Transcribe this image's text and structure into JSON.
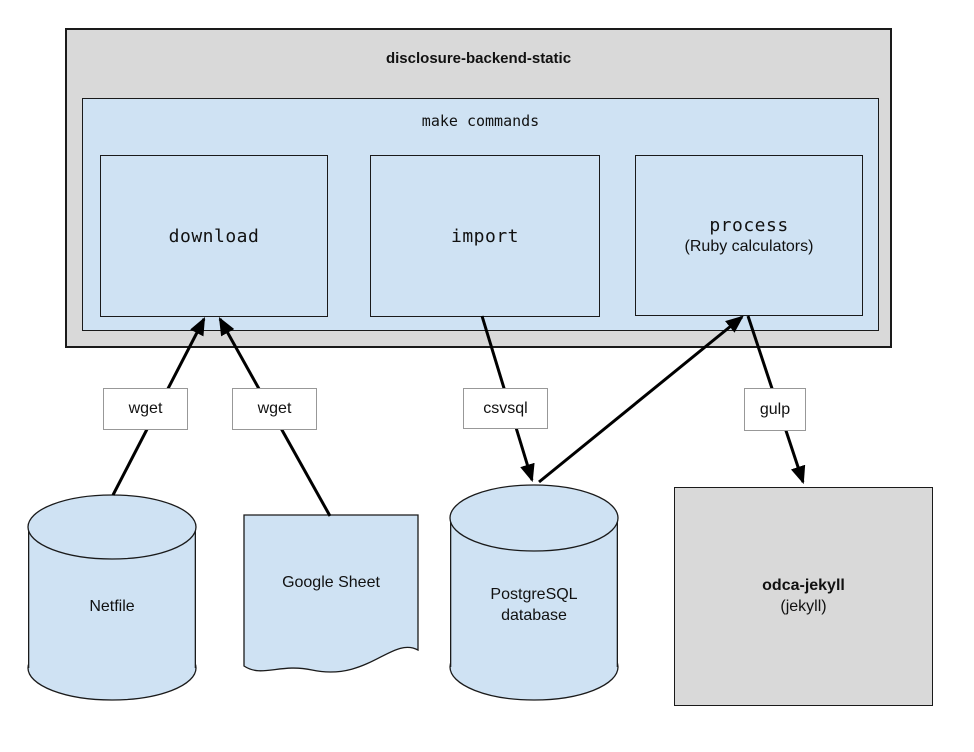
{
  "colors": {
    "blue_fill": "#cfe2f3",
    "gray_fill": "#d9d9d9",
    "label_border": "#989898"
  },
  "backend_container": {
    "title": "disclosure-backend-static"
  },
  "make_commands_container": {
    "title": "make commands"
  },
  "commands": {
    "download": {
      "label": "download"
    },
    "import": {
      "label": "import"
    },
    "process": {
      "label": "process",
      "sublabel": "(Ruby calculators)"
    }
  },
  "edge_labels": {
    "wget_netfile": "wget",
    "wget_google_sheet": "wget",
    "csvsql": "csvsql",
    "gulp": "gulp"
  },
  "sources": {
    "netfile": {
      "label": "Netfile"
    },
    "google_sheet": {
      "label": "Google Sheet"
    },
    "postgresql": {
      "line1": "PostgreSQL",
      "line2": "database"
    }
  },
  "output": {
    "title": "odca-jekyll",
    "subtitle": "(jekyll)"
  }
}
